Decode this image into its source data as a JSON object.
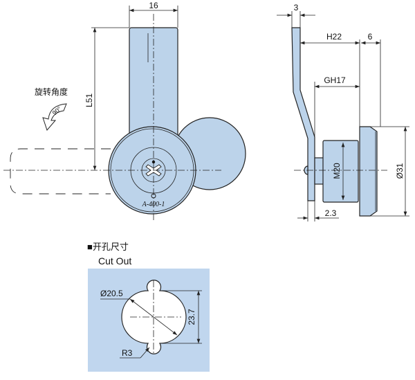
{
  "front_view": {
    "width_dim": "16",
    "length_dim": "L51",
    "rotation_label": "旋转角度",
    "rotation_angle": "90°",
    "part_marking": "A-400-1"
  },
  "side_view": {
    "thickness_dim": "3",
    "h_dim": "H22",
    "flange_dim": "6",
    "grip_dim": "GH17",
    "thread_dim": "M20",
    "diameter_dim": "Ø31",
    "offset_dim": "2.3"
  },
  "cutout": {
    "title_cn": "■开孔尺寸",
    "title_en": "Cut Out",
    "diameter_dim": "Ø20.5",
    "height_dim": "23.7",
    "radius_dim": "R3"
  },
  "colors": {
    "part_fill": "#bcd3ea",
    "panel_fill": "#c0d6ee"
  }
}
